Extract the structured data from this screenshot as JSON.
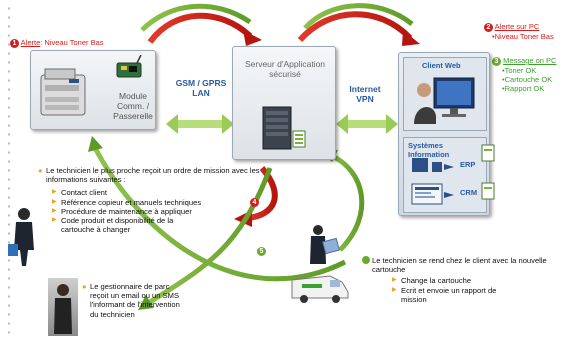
{
  "alert_left": {
    "badge": "1",
    "label": "Alerte",
    "text": ": Niveau Toner Bas"
  },
  "alert_right": {
    "badge": "2",
    "title": "Alerte sur PC",
    "item": "•Niveau Toner Bas"
  },
  "message_pc": {
    "badge": "3",
    "title": "Message on PC",
    "items": [
      "•Toner OK",
      "•Cartouche OK",
      "•Rapport OK"
    ]
  },
  "module_label": "Module Comm. / Passerelle",
  "link_left": "GSM / GPRS LAN",
  "server_label": "Serveur d'Application sécurisé",
  "link_right": "Internet VPN",
  "client_web": "Client Web",
  "systemes_info": "Systèmes Information",
  "erp": "ERP",
  "crm": "CRM",
  "technician_intro": "Le technicien le plus proche reçoit un ordre de mission avec les informations suivantes :",
  "technician_items": [
    "Contact client",
    "Référence copieur et manuels techniques",
    "Procédure de maintenance à appliquer",
    "Code produit et disponibilité de la cartouche à changer"
  ],
  "badge_4": "4",
  "badge_5": "5",
  "manager_text": "Le gestionnaire de parc reçoit un email ou un SMS l'informant de l'intervention du technicien",
  "client_visit_intro": "Le technicien se rend chez le client avec la nouvelle cartouche",
  "client_visit_items": [
    "Change la cartouche",
    "Ecrit et envoie un rapport de mission"
  ],
  "colors": {
    "alert_red": "#d81b1b",
    "ok_green": "#3aa12f",
    "link_blue": "#2a5aa0",
    "arrow_green": "#7ab33a",
    "arrow_red": "#cc1a1a"
  }
}
